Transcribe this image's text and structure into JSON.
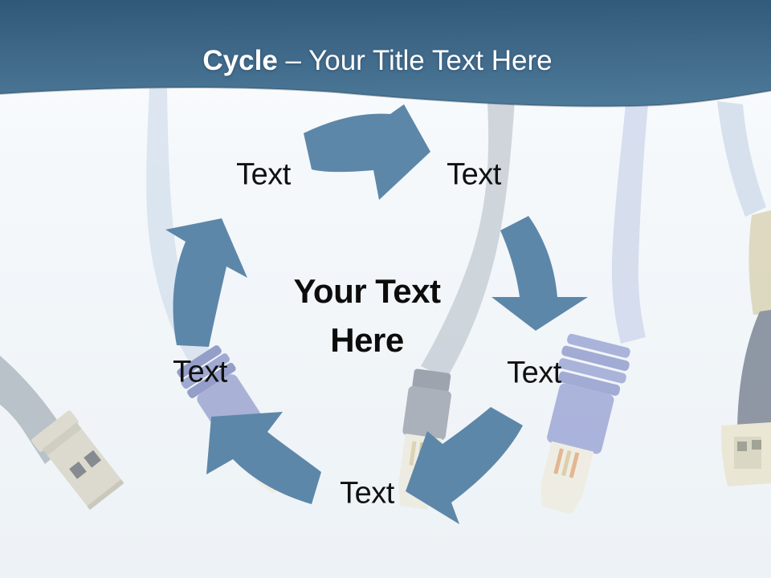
{
  "slide": {
    "title": {
      "keyword": "Cycle",
      "separator": "–",
      "text": "Your Title Text Here"
    },
    "diagram": {
      "type": "cycle",
      "center": {
        "line1": "Your Text",
        "line2": "Here"
      },
      "steps": [
        {
          "label": "Text",
          "position": "top-left"
        },
        {
          "label": "Text",
          "position": "top-right"
        },
        {
          "label": "Text",
          "position": "right"
        },
        {
          "label": "Text",
          "position": "bottom"
        },
        {
          "label": "Text",
          "position": "left"
        }
      ],
      "arrow_color": "#5d87a9"
    },
    "colors": {
      "banner_top": "#2f5878",
      "banner_bottom": "#4c7897",
      "background": "#f2f6f9",
      "title_text": "#ffffff",
      "label_text": "#111111"
    }
  }
}
